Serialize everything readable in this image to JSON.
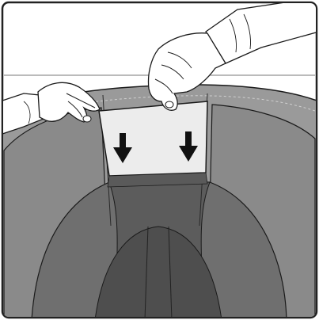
{
  "diagram": {
    "subject": "inserting-liner-into-seat-shell",
    "arrow_count": 2,
    "arrow_direction": "down"
  },
  "colors": {
    "frame": "#222222",
    "shell_outer": "#9a9a9a",
    "shell_inner": "#6f6f6f",
    "shell_deep": "#5c5c5c",
    "liner_card": "#ececec",
    "skin": "#ffffff",
    "arrow": "#111111",
    "outline": "#1a1a1a"
  }
}
